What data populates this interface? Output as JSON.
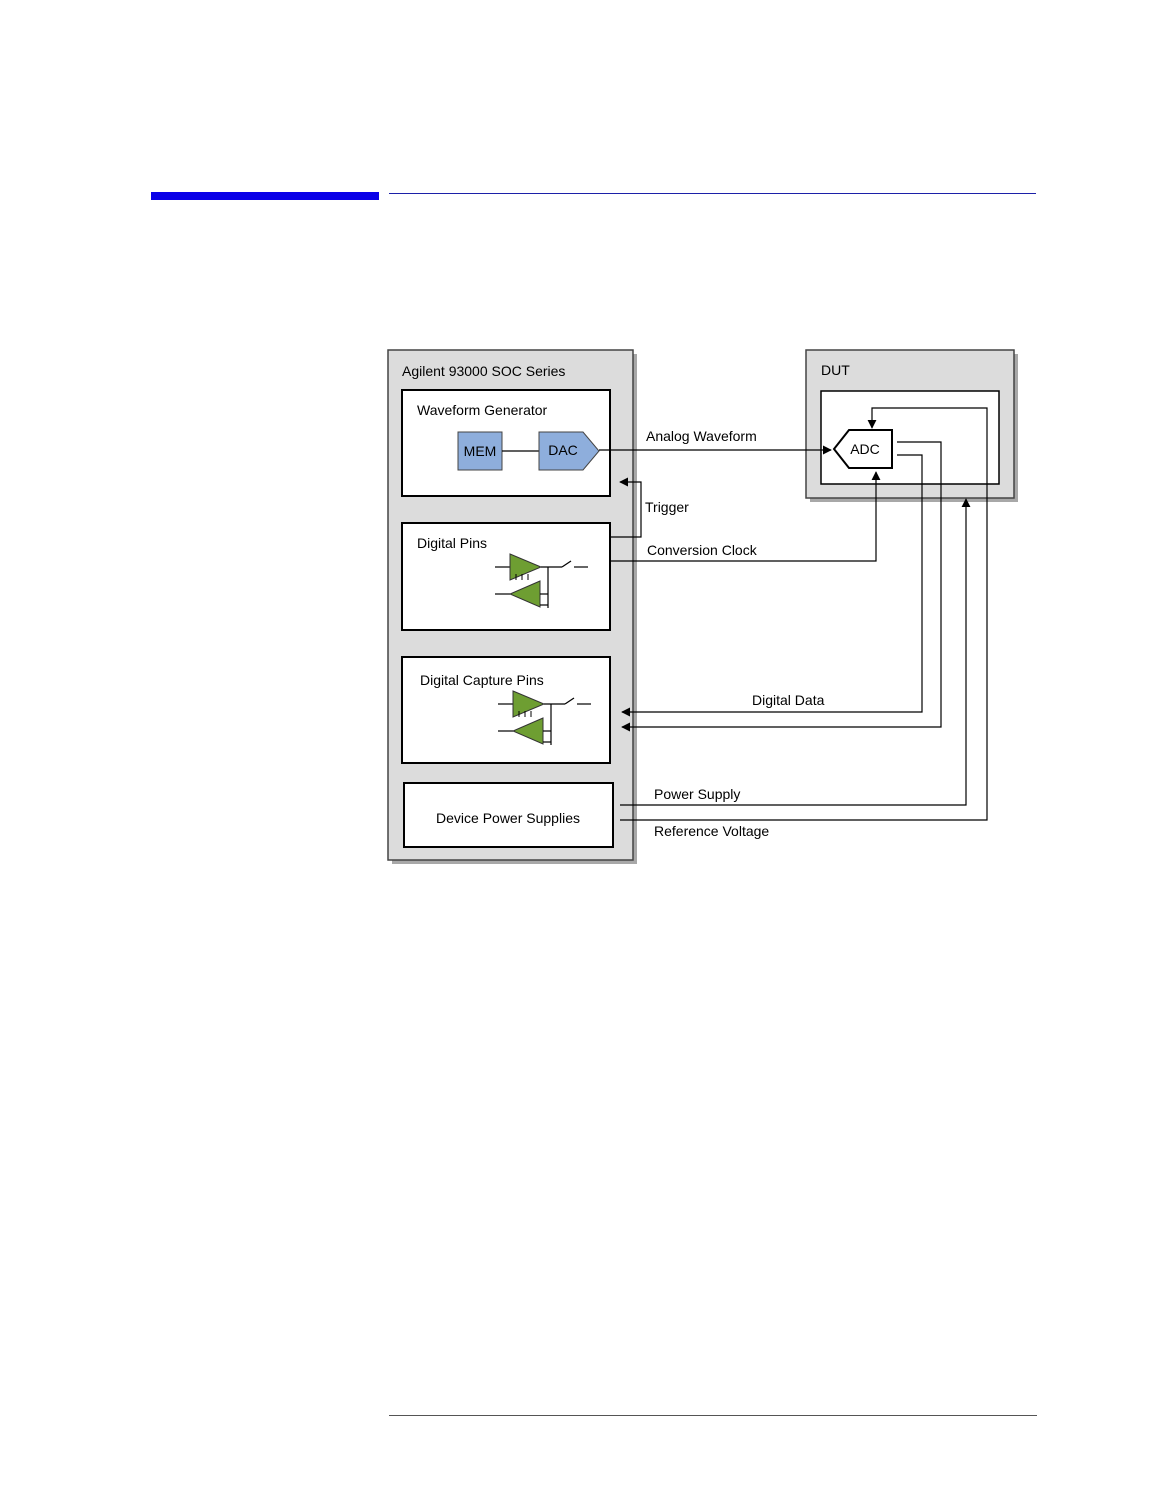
{
  "colors": {
    "accent_bar": "#0a00e8",
    "panel_fill": "#dcdcdc",
    "block_fill": "#8eaedc",
    "amplifier_fill": "#6e9e32"
  },
  "tester": {
    "title": "Agilent 93000 SOC Series",
    "waveform_generator": {
      "label": "Waveform Generator",
      "mem_label": "MEM",
      "dac_label": "DAC"
    },
    "digital_pins": {
      "label": "Digital Pins"
    },
    "digital_capture_pins": {
      "label": "Digital Capture Pins"
    },
    "device_power_supplies": {
      "label": "Device Power Supplies"
    }
  },
  "dut": {
    "title": "DUT",
    "adc_label": "ADC"
  },
  "signals": {
    "analog_waveform": "Analog Waveform",
    "trigger": "Trigger",
    "conversion_clock": "Conversion Clock",
    "digital_data": "Digital Data",
    "power_supply": "Power Supply",
    "reference_voltage": "Reference Voltage"
  }
}
